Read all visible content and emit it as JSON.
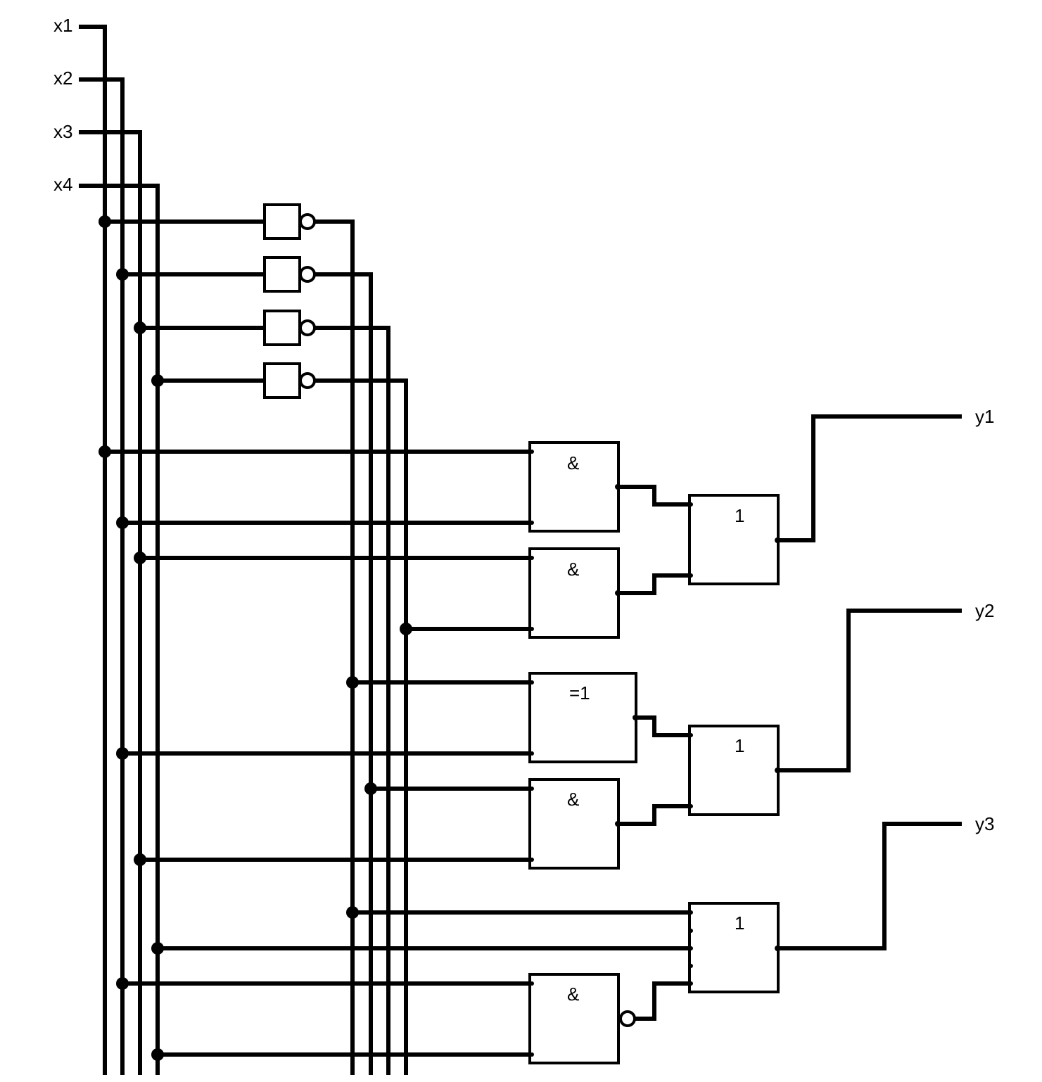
{
  "inputs": {
    "x1": "x1",
    "x2": "x2",
    "x3": "x3",
    "x4": "x4"
  },
  "outputs": {
    "y1": "y1",
    "y2": "y2",
    "y3": "y3"
  },
  "gate_symbols": {
    "and": "&",
    "or": "1",
    "xor": "=1"
  },
  "colors": {
    "line": "#000000",
    "background": "#ffffff"
  }
}
